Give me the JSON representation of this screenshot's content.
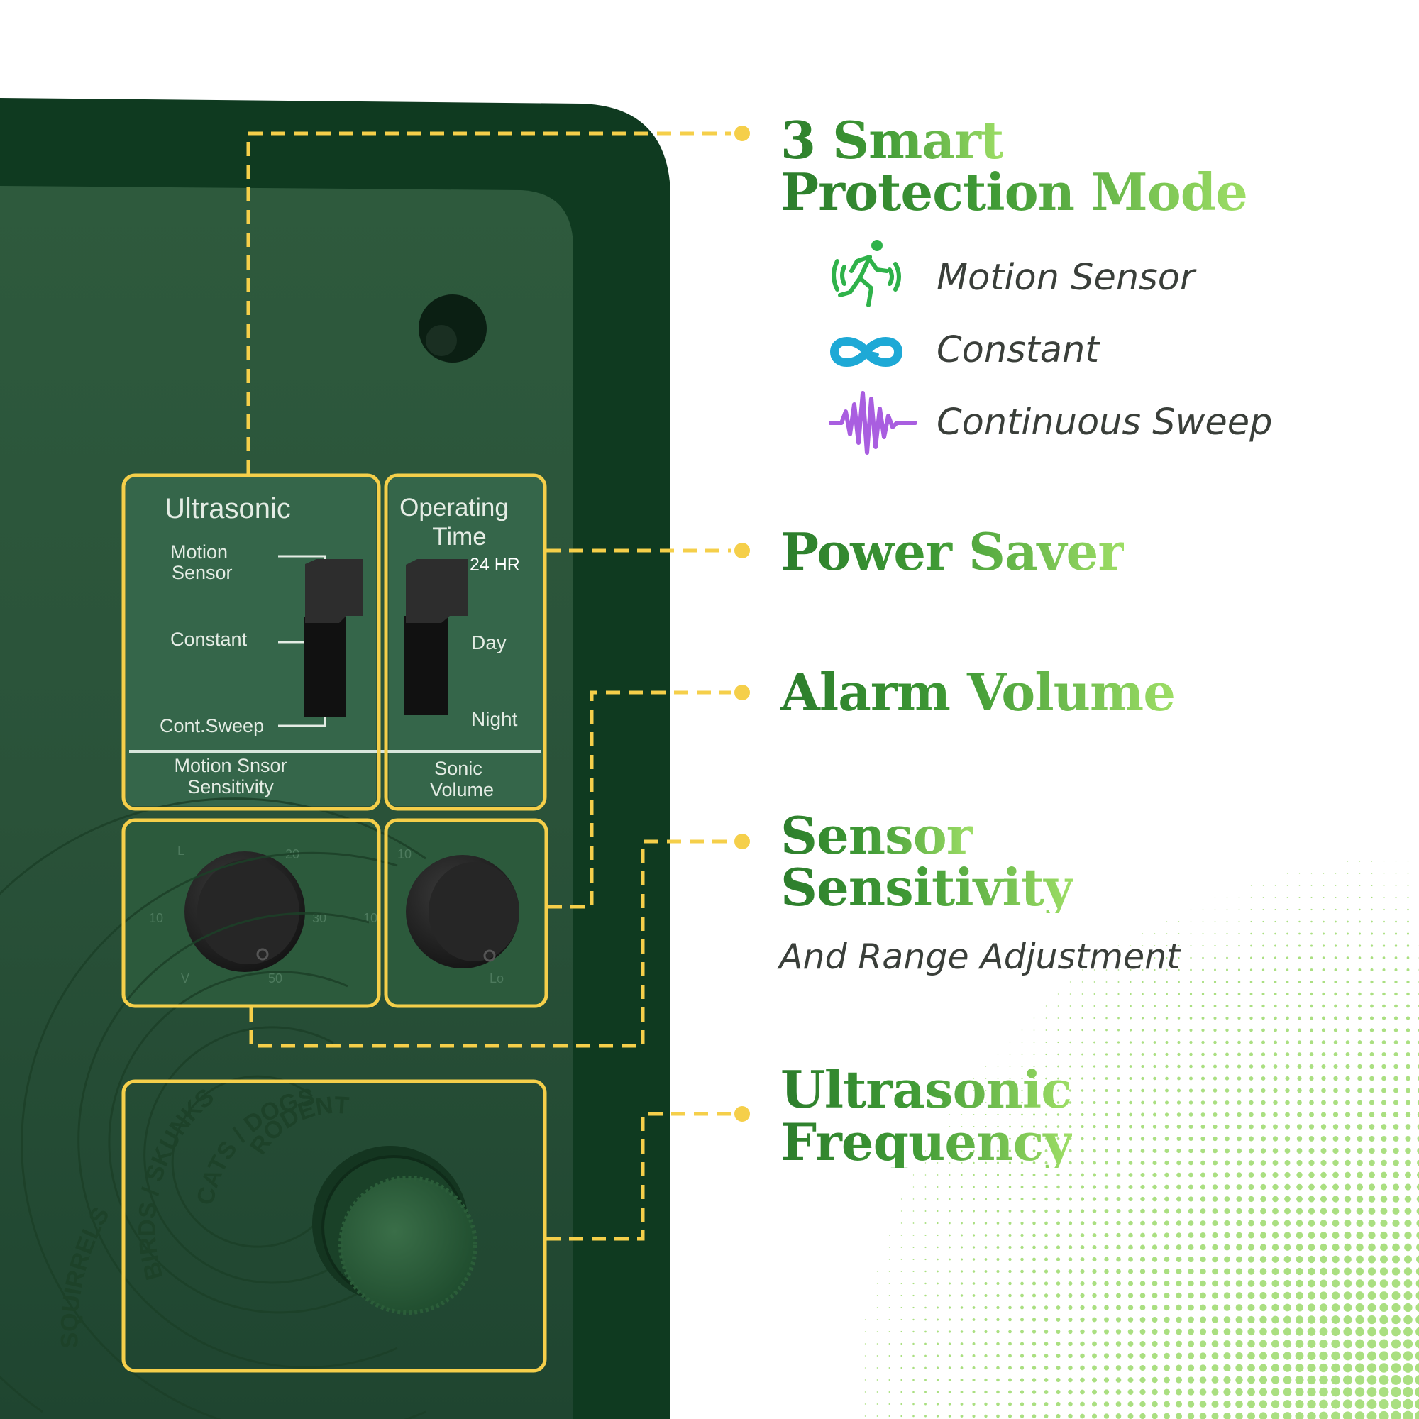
{
  "panel": {
    "ultrasonic_title": "Ultrasonic",
    "mode_labels": [
      "Motion",
      "Sensor",
      "Constant",
      "Cont.Sweep"
    ],
    "operating_time_title": [
      "Operating",
      "Time"
    ],
    "time_labels": [
      "24 HR",
      "Day",
      "Night"
    ],
    "knob_labels": {
      "motion_sensor_sensitivity": [
        "Motion Snsor",
        "Sensitivity"
      ],
      "sonic_volume": [
        "Sonic",
        "Volume"
      ]
    },
    "frequency_ring_labels": [
      "BIRDS / SKUNKS",
      "CATS / DOGS",
      "RODENTS / BATS",
      "SQUIRRELS"
    ]
  },
  "features": {
    "smart_mode": {
      "title_line1": "3 Smart",
      "title_line2": "Protection Mode",
      "modes": [
        {
          "icon": "running-person-icon",
          "label": "Motion Sensor",
          "color": "#2fb24a"
        },
        {
          "icon": "infinity-icon",
          "label": "Constant",
          "color": "#1ea9d6"
        },
        {
          "icon": "sound-wave-icon",
          "label": "Continuous Sweep",
          "color": "#a95ee0"
        }
      ]
    },
    "power_saver": {
      "title": "Power Saver"
    },
    "alarm_volume": {
      "title": "Alarm Volume"
    },
    "sensor_sensitivity": {
      "title_line1": "Sensor",
      "title_line2": "Sensitivity",
      "subtitle": "And Range Adjustment"
    },
    "ultrasonic_frequency": {
      "title_line1": "Ultrasonic",
      "title_line2": "Frequency"
    }
  },
  "colors": {
    "device_dark": "#0f3a20",
    "panel_green": "#2f5a3e",
    "highlight_yellow": "#f5cf4a",
    "heading_dark": "#2c7d2c",
    "heading_light": "#9ede66"
  }
}
